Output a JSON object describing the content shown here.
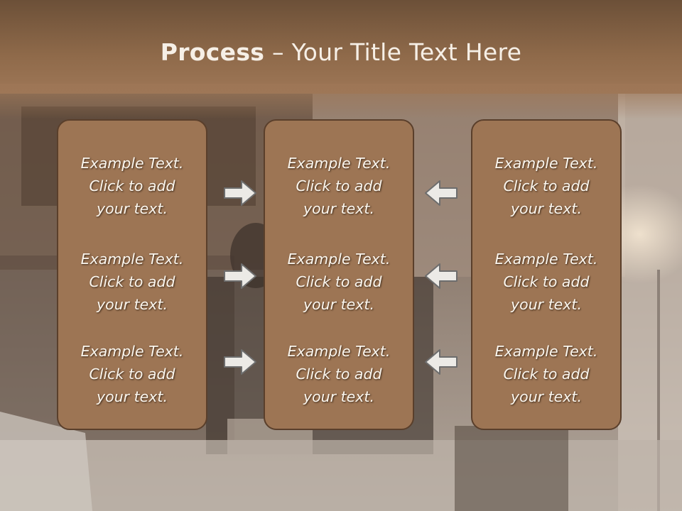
{
  "title": {
    "bold": "Process",
    "rest": " – Your Title Text Here"
  },
  "columns": [
    {
      "items": [
        {
          "line1": "Example Text.",
          "line2": "Click  to add",
          "line3": "your text."
        },
        {
          "line1": "Example Text.",
          "line2": "Click  to add",
          "line3": "your text."
        },
        {
          "line1": "Example Text.",
          "line2": "Click  to add",
          "line3": "your text."
        }
      ]
    },
    {
      "items": [
        {
          "line1": "Example Text.",
          "line2": "Click  to add",
          "line3": "your text."
        },
        {
          "line1": "Example Text.",
          "line2": "Click  to add",
          "line3": "your text."
        },
        {
          "line1": "Example Text.",
          "line2": "Click  to add",
          "line3": "your text."
        }
      ]
    },
    {
      "items": [
        {
          "line1": "Example Text.",
          "line2": "Click  to add",
          "line3": "your text."
        },
        {
          "line1": "Example Text.",
          "line2": "Click  to add",
          "line3": "your text."
        },
        {
          "line1": "Example Text.",
          "line2": "Click  to add",
          "line3": "your text."
        }
      ]
    }
  ],
  "icons": {
    "right": "right-arrow-icon",
    "left": "left-arrow-icon"
  },
  "colors": {
    "box_fill": "#9d7554",
    "box_border": "#5a3f2b",
    "header": "#8f6a4a",
    "text": "#fbf6ee",
    "arrow_fill": "#eceae6",
    "arrow_stroke": "#6d6d6d"
  }
}
